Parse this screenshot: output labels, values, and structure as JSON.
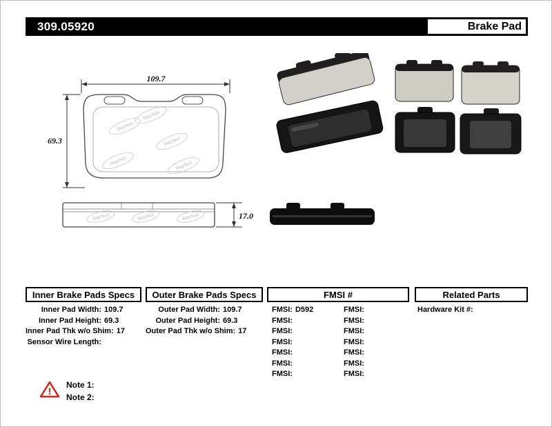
{
  "header": {
    "part_number": "309.05920",
    "title": "Brake Pad"
  },
  "diagram": {
    "watermark": "StopTech",
    "front_width": "109.7",
    "front_height": "69.3",
    "side_thickness": "17.0"
  },
  "specs": {
    "inner": {
      "title": "Inner Brake Pads Specs",
      "rows": [
        {
          "label": "Inner Pad Width:",
          "value": "109.7"
        },
        {
          "label": "Inner Pad Height:",
          "value": "69.3"
        },
        {
          "label": "Inner Pad Thk w/o Shim:",
          "value": "17"
        },
        {
          "label": "Sensor Wire Length:",
          "value": ""
        }
      ]
    },
    "outer": {
      "title": "Outer Brake Pads Specs",
      "rows": [
        {
          "label": "Outer Pad Width:",
          "value": "109.7"
        },
        {
          "label": "Outer Pad Height:",
          "value": "69.3"
        },
        {
          "label": "Outer Pad Thk w/o Shim:",
          "value": "17"
        }
      ]
    },
    "fmsi": {
      "title": "FMSI #",
      "rows": [
        {
          "l_label": "FMSI:",
          "l_value": "D592",
          "r_label": "FMSI:",
          "r_value": ""
        },
        {
          "l_label": "FMSI:",
          "l_value": "",
          "r_label": "FMSI:",
          "r_value": ""
        },
        {
          "l_label": "FMSI:",
          "l_value": "",
          "r_label": "FMSI:",
          "r_value": ""
        },
        {
          "l_label": "FMSI:",
          "l_value": "",
          "r_label": "FMSI:",
          "r_value": ""
        },
        {
          "l_label": "FMSI:",
          "l_value": "",
          "r_label": "FMSI:",
          "r_value": ""
        },
        {
          "l_label": "FMSI:",
          "l_value": "",
          "r_label": "FMSI:",
          "r_value": ""
        },
        {
          "l_label": "FMSI:",
          "l_value": "",
          "r_label": "FMSI:",
          "r_value": ""
        }
      ]
    },
    "related": {
      "title": "Related Parts",
      "rows": [
        {
          "label": "Hardware Kit #:",
          "value": ""
        }
      ]
    }
  },
  "notes": {
    "warning_glyph": "!",
    "note1": "Note 1:",
    "note2": "Note 2:"
  }
}
